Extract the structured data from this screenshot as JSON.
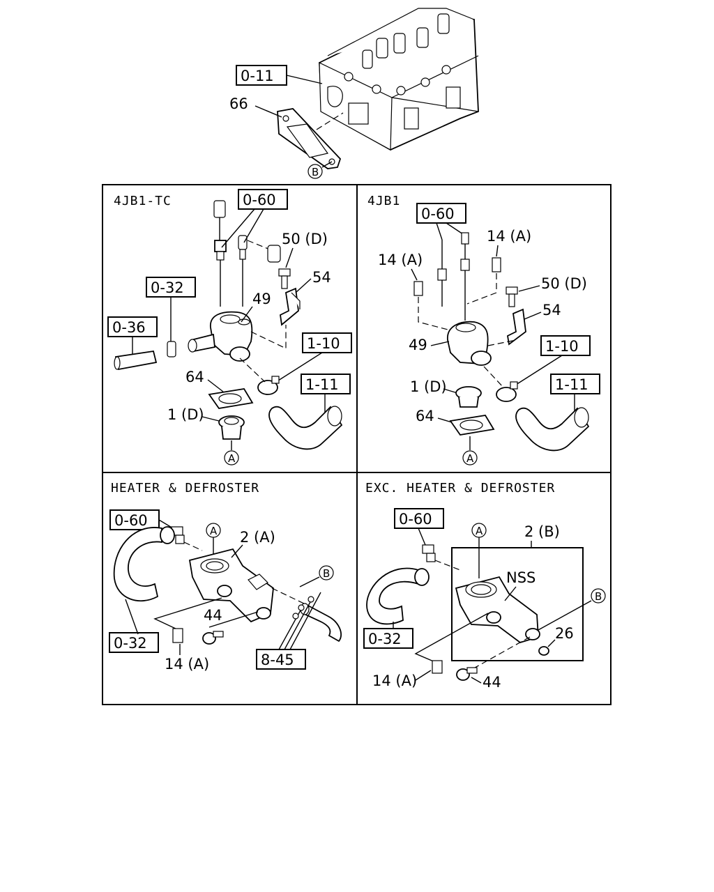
{
  "engine": {
    "ref_block": "0-11",
    "callout_gasket": "66",
    "circle_b": "B"
  },
  "panel_4jb1tc": {
    "title": "4JB1-TC",
    "refs": [
      "0-60",
      "0-32",
      "0-36",
      "1-10",
      "1-11"
    ],
    "callouts": [
      "50 (D)",
      "54",
      "49",
      "64",
      "1 (D)"
    ],
    "circle_a": "A"
  },
  "panel_4jb1": {
    "title": "4JB1",
    "refs": [
      "0-60",
      "1-10",
      "1-11"
    ],
    "callouts": [
      "14 (A)",
      "14 (A)",
      "50 (D)",
      "54",
      "49",
      "1 (D)",
      "64"
    ],
    "circle_a": "A"
  },
  "panel_heater": {
    "title": "HEATER  &  DEFROSTER",
    "refs": [
      "0-60",
      "0-32",
      "8-45"
    ],
    "callouts": [
      "2 (A)",
      "44",
      "14 (A)"
    ],
    "circle_a": "A",
    "circle_b": "B"
  },
  "panel_exc_heater": {
    "title": "EXC. HEATER  &  DEFROSTER",
    "refs": [
      "0-60",
      "0-32"
    ],
    "callouts": [
      "2 (B)",
      "NSS",
      "26",
      "14 (A)",
      "44"
    ],
    "circle_a": "A",
    "circle_b": "B"
  }
}
